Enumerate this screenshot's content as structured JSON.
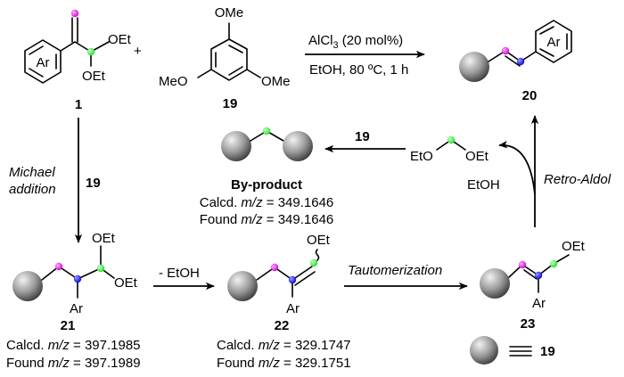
{
  "labels": {
    "ar": "Ar",
    "oet": "OEt",
    "eto": "EtO",
    "ome": "OMe",
    "meo": "MeO",
    "plus": "+",
    "etoh": "EtOH",
    "minus_etoh": "- EtOH"
  },
  "compounds": {
    "c1": "1",
    "c19": "19",
    "c20": "20",
    "c21": "21",
    "c22": "22",
    "c23": "23"
  },
  "reaction_top": {
    "catalyst": "AlCl",
    "catalyst_sub": "3",
    "catalyst_load": " (20 mol%)",
    "conditions": "EtOH, 80 ºC, 1 h"
  },
  "steps": {
    "michael_line1": "Michael",
    "michael_line2": "addition",
    "michael_reagent": "19",
    "tautomerization": "Tautomerization",
    "retro_aldol": "Retro-Aldol",
    "byproduct_reagent": "19"
  },
  "byproduct": {
    "title": "By-product",
    "calcd_prefix": "Calcd. ",
    "found_prefix": "Found ",
    "mz": "m/z",
    "calcd_value": " = 349.1646",
    "found_value": " = 349.1646"
  },
  "ms21": {
    "calcd_prefix": "Calcd. ",
    "found_prefix": "Found ",
    "mz": "m/z",
    "calcd_value": " = 397.1985",
    "found_value": " = 397.1989"
  },
  "ms22": {
    "calcd_prefix": "Calcd. ",
    "found_prefix": "Found ",
    "mz": "m/z",
    "calcd_value": " = 329.1747",
    "found_value": " = 329.1751"
  },
  "legend": {
    "equals_label": "19"
  },
  "colors": {
    "atom_magenta": "#e000e0",
    "atom_green": "#33ee33",
    "atom_blue": "#1a1aff",
    "sphere_dark": "#3a3a3a",
    "sphere_light": "#eeeeee"
  }
}
